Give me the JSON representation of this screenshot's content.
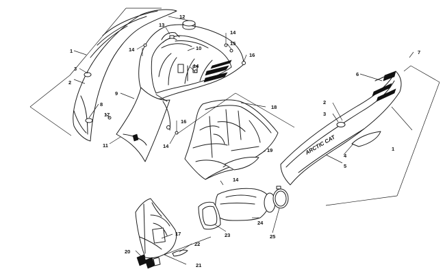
{
  "diagram": {
    "brand_text": "ARCTIC CAT",
    "callouts": [
      {
        "id": "c1a",
        "text": "1"
      },
      {
        "id": "c1b",
        "text": "1"
      },
      {
        "id": "c2a",
        "text": "2"
      },
      {
        "id": "c2b",
        "text": "2"
      },
      {
        "id": "c3a",
        "text": "3"
      },
      {
        "id": "c3b",
        "text": "3"
      },
      {
        "id": "c4",
        "text": "4"
      },
      {
        "id": "c5",
        "text": "5"
      },
      {
        "id": "c6",
        "text": "6"
      },
      {
        "id": "c7",
        "text": "7"
      },
      {
        "id": "c8",
        "text": "8"
      },
      {
        "id": "c9",
        "text": "9"
      },
      {
        "id": "c10",
        "text": "10"
      },
      {
        "id": "c11",
        "text": "11"
      },
      {
        "id": "c12",
        "text": "12"
      },
      {
        "id": "c13",
        "text": "13"
      },
      {
        "id": "c14a",
        "text": "14"
      },
      {
        "id": "c14b",
        "text": "14"
      },
      {
        "id": "c14c",
        "text": "14"
      },
      {
        "id": "c14d",
        "text": "14"
      },
      {
        "id": "c14e",
        "text": "14"
      },
      {
        "id": "c15",
        "text": "15"
      },
      {
        "id": "c16a",
        "text": "16"
      },
      {
        "id": "c16b",
        "text": "16"
      },
      {
        "id": "c17a",
        "text": "17"
      },
      {
        "id": "c17b",
        "text": "17"
      },
      {
        "id": "c18",
        "text": "18"
      },
      {
        "id": "c19",
        "text": "19"
      },
      {
        "id": "c20",
        "text": "20"
      },
      {
        "id": "c21",
        "text": "21"
      },
      {
        "id": "c22",
        "text": "22"
      },
      {
        "id": "c23",
        "text": "23"
      },
      {
        "id": "c24",
        "text": "24"
      },
      {
        "id": "c25",
        "text": "25"
      }
    ]
  }
}
